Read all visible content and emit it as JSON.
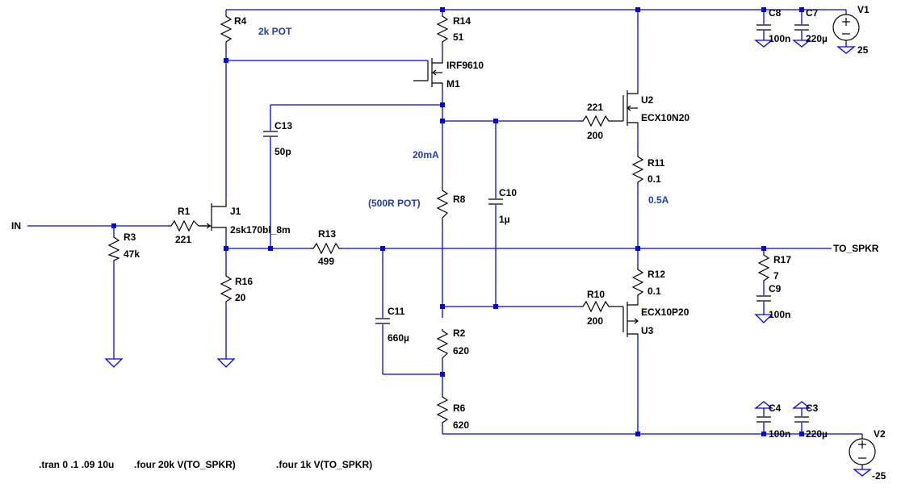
{
  "input_label": "IN",
  "output_label": "TO_SPKR",
  "annotations": {
    "pot_2k": "2k POT",
    "pot_500r": "(500R POT)",
    "current_20ma": "20mA",
    "current_05a": "0.5A"
  },
  "directives": [
    ".tran 0 .1 .09 10u",
    ".four 20k V(TO_SPKR)",
    ".four 1k V(TO_SPKR)"
  ],
  "components": {
    "R1": {
      "name": "R1",
      "value": "221"
    },
    "R2": {
      "name": "R2",
      "value": "620"
    },
    "R3": {
      "name": "R3",
      "value": "47k"
    },
    "R4": {
      "name": "R4",
      "value": ""
    },
    "R6": {
      "name": "R6",
      "value": "620"
    },
    "R8": {
      "name": "R8",
      "value": ""
    },
    "R10": {
      "name": "R10",
      "value": "200"
    },
    "R11": {
      "name": "R11",
      "value": "0.1"
    },
    "R12": {
      "name": "R12",
      "value": "0.1"
    },
    "R13": {
      "name": "R13",
      "value": "499"
    },
    "R14": {
      "name": "R14",
      "value": "51"
    },
    "R16": {
      "name": "R16",
      "value": "20"
    },
    "R17": {
      "name": "R17",
      "value": "7"
    },
    "R221": {
      "name": "221",
      "value": "200"
    },
    "C3": {
      "name": "C3",
      "value": "220µ"
    },
    "C4": {
      "name": "C4",
      "value": "100n"
    },
    "C7": {
      "name": "C7",
      "value": "220µ"
    },
    "C8": {
      "name": "C8",
      "value": "100n"
    },
    "C9": {
      "name": "C9",
      "value": "100n"
    },
    "C10": {
      "name": "C10",
      "value": "1µ"
    },
    "C11": {
      "name": "C11",
      "value": "660µ"
    },
    "C13": {
      "name": "C13",
      "value": "50p"
    },
    "J1": {
      "name": "J1",
      "value": "2sk170bl_8m"
    },
    "M1": {
      "name": "M1",
      "value": "IRF9610"
    },
    "U2": {
      "name": "U2",
      "value": "ECX10N20"
    },
    "U3": {
      "name": "U3",
      "value": "ECX10P20"
    },
    "V1": {
      "name": "V1",
      "value": "25"
    },
    "V2": {
      "name": "V2",
      "value": "-25"
    }
  }
}
